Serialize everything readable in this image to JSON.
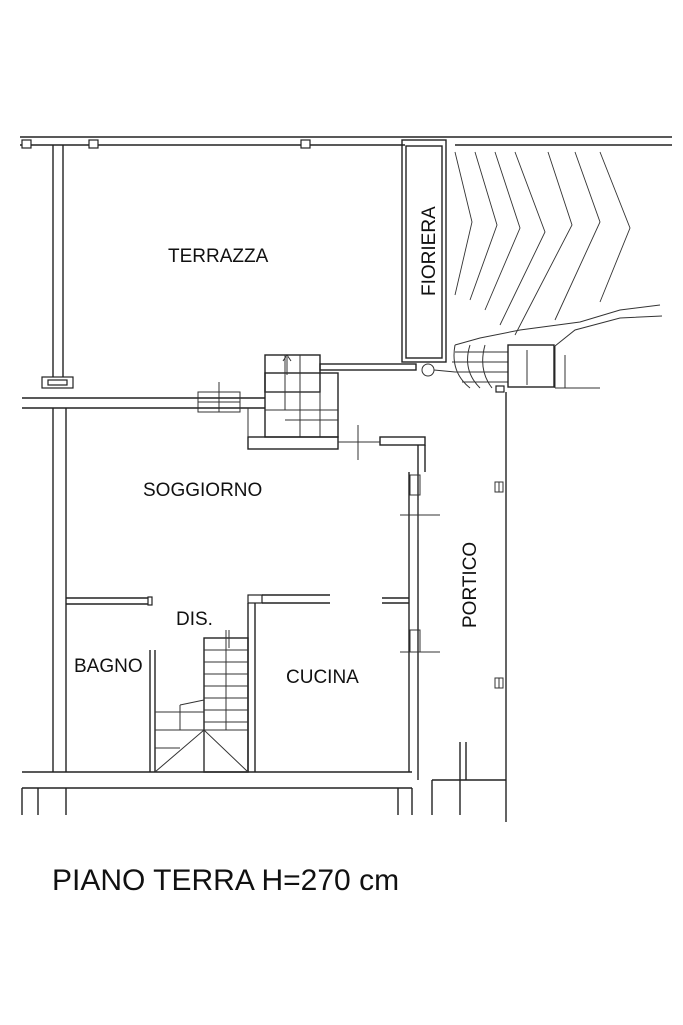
{
  "rooms": {
    "terrazza": "TERRAZZA",
    "fioriera": "FIORIERA",
    "soggiorno": "SOGGIORNO",
    "dis": "DIS.",
    "bagno": "BAGNO",
    "cucina": "CUCINA",
    "portico": "PORTICO"
  },
  "title": "PIANO TERRA H=270 cm"
}
